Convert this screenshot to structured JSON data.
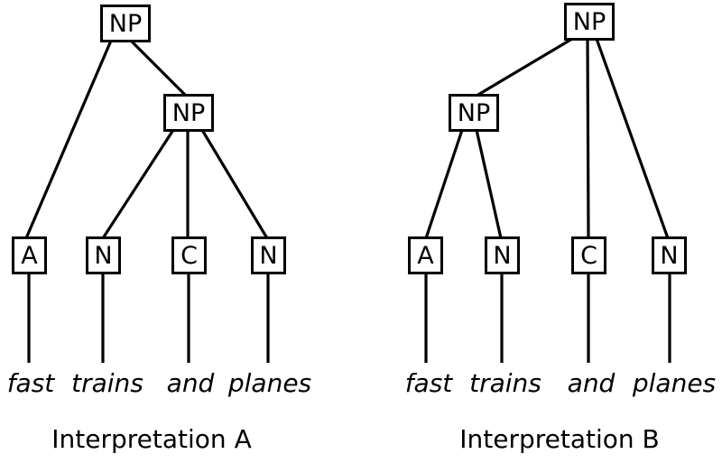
{
  "page": {
    "background_color": "#ffffff",
    "ink_color": "#000000"
  },
  "phrase": "fast trains and planes",
  "trees": [
    {
      "caption": "Interpretation A",
      "root_label": "NP",
      "inner_label": "NP",
      "leaves": [
        {
          "label": "A",
          "word": "fast"
        },
        {
          "label": "N",
          "word": "trains"
        },
        {
          "label": "C",
          "word": "and"
        },
        {
          "label": "N",
          "word": "planes"
        }
      ],
      "edges": [
        {
          "from": "root-np",
          "to": "leaf-a"
        },
        {
          "from": "root-np",
          "to": "inner-np"
        },
        {
          "from": "inner-np",
          "to": "leaf-n1"
        },
        {
          "from": "inner-np",
          "to": "leaf-c"
        },
        {
          "from": "inner-np",
          "to": "leaf-n2"
        }
      ]
    },
    {
      "caption": "Interpretation B",
      "root_label": "NP",
      "inner_label": "NP",
      "leaves": [
        {
          "label": "A",
          "word": "fast"
        },
        {
          "label": "N",
          "word": "trains"
        },
        {
          "label": "C",
          "word": "and"
        },
        {
          "label": "N",
          "word": "planes"
        }
      ],
      "edges": [
        {
          "from": "root-np",
          "to": "inner-np"
        },
        {
          "from": "root-np",
          "to": "leaf-c"
        },
        {
          "from": "root-np",
          "to": "leaf-n2"
        },
        {
          "from": "inner-np",
          "to": "leaf-a"
        },
        {
          "from": "inner-np",
          "to": "leaf-n1"
        }
      ]
    }
  ]
}
